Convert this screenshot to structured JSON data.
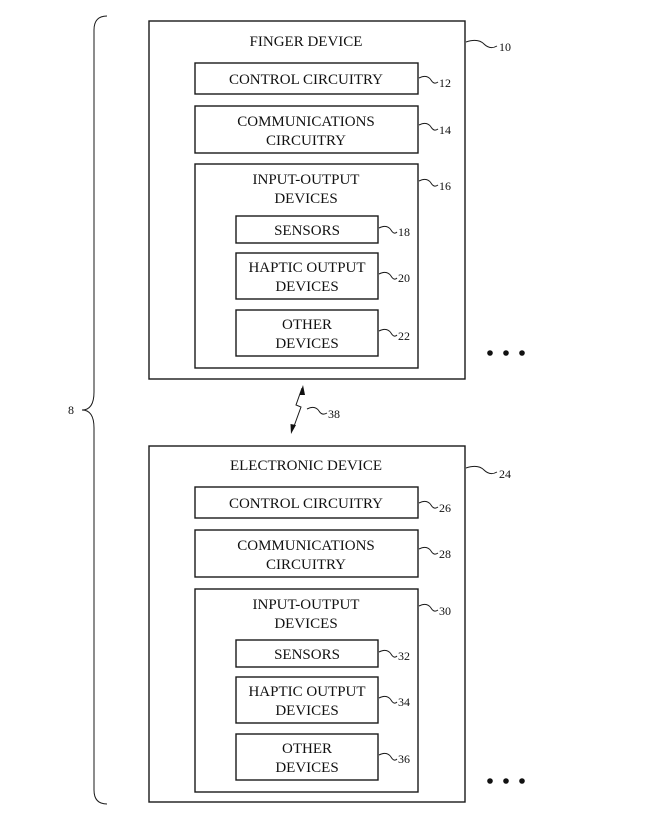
{
  "system_ref": "8",
  "link": {
    "ref": "38"
  },
  "devices": [
    {
      "title": "FINGER DEVICE",
      "ref": "10",
      "control": {
        "label": "CONTROL CIRCUITRY",
        "ref": "12"
      },
      "comms": {
        "line1": "COMMUNICATIONS",
        "line2": "CIRCUITRY",
        "ref": "14"
      },
      "io": {
        "line1": "INPUT-OUTPUT",
        "line2": "DEVICES",
        "ref": "16",
        "sensors": {
          "label": "SENSORS",
          "ref": "18"
        },
        "haptic": {
          "line1": "HAPTIC OUTPUT",
          "line2": "DEVICES",
          "ref": "20"
        },
        "other": {
          "line1": "OTHER",
          "line2": "DEVICES",
          "ref": "22"
        }
      }
    },
    {
      "title": "ELECTRONIC DEVICE",
      "ref": "24",
      "control": {
        "label": "CONTROL CIRCUITRY",
        "ref": "26"
      },
      "comms": {
        "line1": "COMMUNICATIONS",
        "line2": "CIRCUITRY",
        "ref": "28"
      },
      "io": {
        "line1": "INPUT-OUTPUT",
        "line2": "DEVICES",
        "ref": "30",
        "sensors": {
          "label": "SENSORS",
          "ref": "32"
        },
        "haptic": {
          "line1": "HAPTIC OUTPUT",
          "line2": "DEVICES",
          "ref": "34"
        },
        "other": {
          "line1": "OTHER",
          "line2": "DEVICES",
          "ref": "36"
        }
      }
    }
  ]
}
